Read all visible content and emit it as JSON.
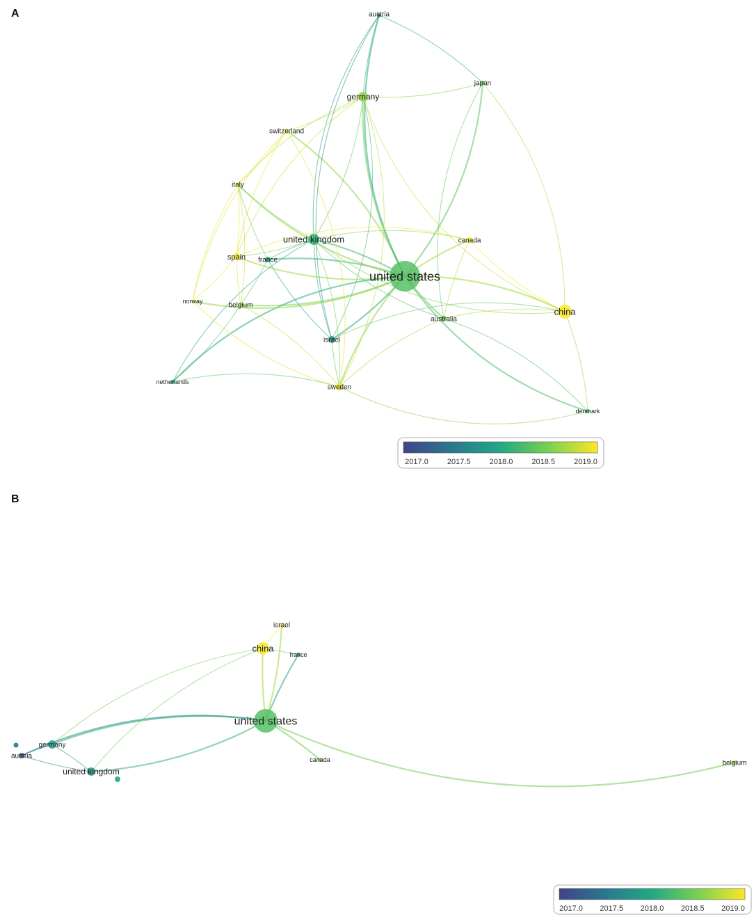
{
  "panels": [
    {
      "letter": "A",
      "nodes": [
        {
          "id": "austria",
          "label": "austria",
          "year": 2017.7
        },
        {
          "id": "japan",
          "label": "japan",
          "year": 2018.4
        },
        {
          "id": "germany",
          "label": "germany",
          "year": 2018.6
        },
        {
          "id": "switzerland",
          "label": "switzerland",
          "year": 2018.9
        },
        {
          "id": "italy",
          "label": "italy",
          "year": 2018.9
        },
        {
          "id": "united kingdom",
          "label": "united kingdom",
          "year": 2018.1
        },
        {
          "id": "canada",
          "label": "canada",
          "year": 2019.0
        },
        {
          "id": "spain",
          "label": "spain",
          "year": 2019.0
        },
        {
          "id": "france",
          "label": "france",
          "year": 2018.0
        },
        {
          "id": "united states",
          "label": "united states",
          "year": 2018.3
        },
        {
          "id": "china",
          "label": "china",
          "year": 2019.0
        },
        {
          "id": "norway",
          "label": "norway",
          "year": 2018.9
        },
        {
          "id": "belgium",
          "label": "belgium",
          "year": 2018.7
        },
        {
          "id": "australia",
          "label": "australia",
          "year": 2018.4
        },
        {
          "id": "israel",
          "label": "israel",
          "year": 2017.8
        },
        {
          "id": "netherlands",
          "label": "netherlands",
          "year": 2017.8
        },
        {
          "id": "sweden",
          "label": "sweden",
          "year": 2018.9
        },
        {
          "id": "denmark",
          "label": "denmark",
          "year": 2018.2
        }
      ],
      "scale_ticks": [
        "2017.0",
        "2017.5",
        "2018.0",
        "2018.5",
        "2019.0"
      ]
    },
    {
      "letter": "B",
      "nodes": [
        {
          "id": "israel",
          "label": "israel",
          "year": 2019.0
        },
        {
          "id": "china",
          "label": "china",
          "year": 2019.0
        },
        {
          "id": "france",
          "label": "france",
          "year": 2017.8
        },
        {
          "id": "united states",
          "label": "united states",
          "year": 2018.3
        },
        {
          "id": "germany",
          "label": "germany",
          "year": 2017.9
        },
        {
          "id": "austria",
          "label": "austria",
          "year": 2017.1
        },
        {
          "id": "united kingdom",
          "label": "united kingdom",
          "year": 2017.9
        },
        {
          "id": "canada",
          "label": "canada",
          "year": 2018.6
        },
        {
          "id": "belgium",
          "label": "belgium",
          "year": 2018.6
        }
      ],
      "scale_ticks": [
        "2017.0",
        "2017.5",
        "2018.0",
        "2018.5",
        "2019.0"
      ]
    }
  ]
}
